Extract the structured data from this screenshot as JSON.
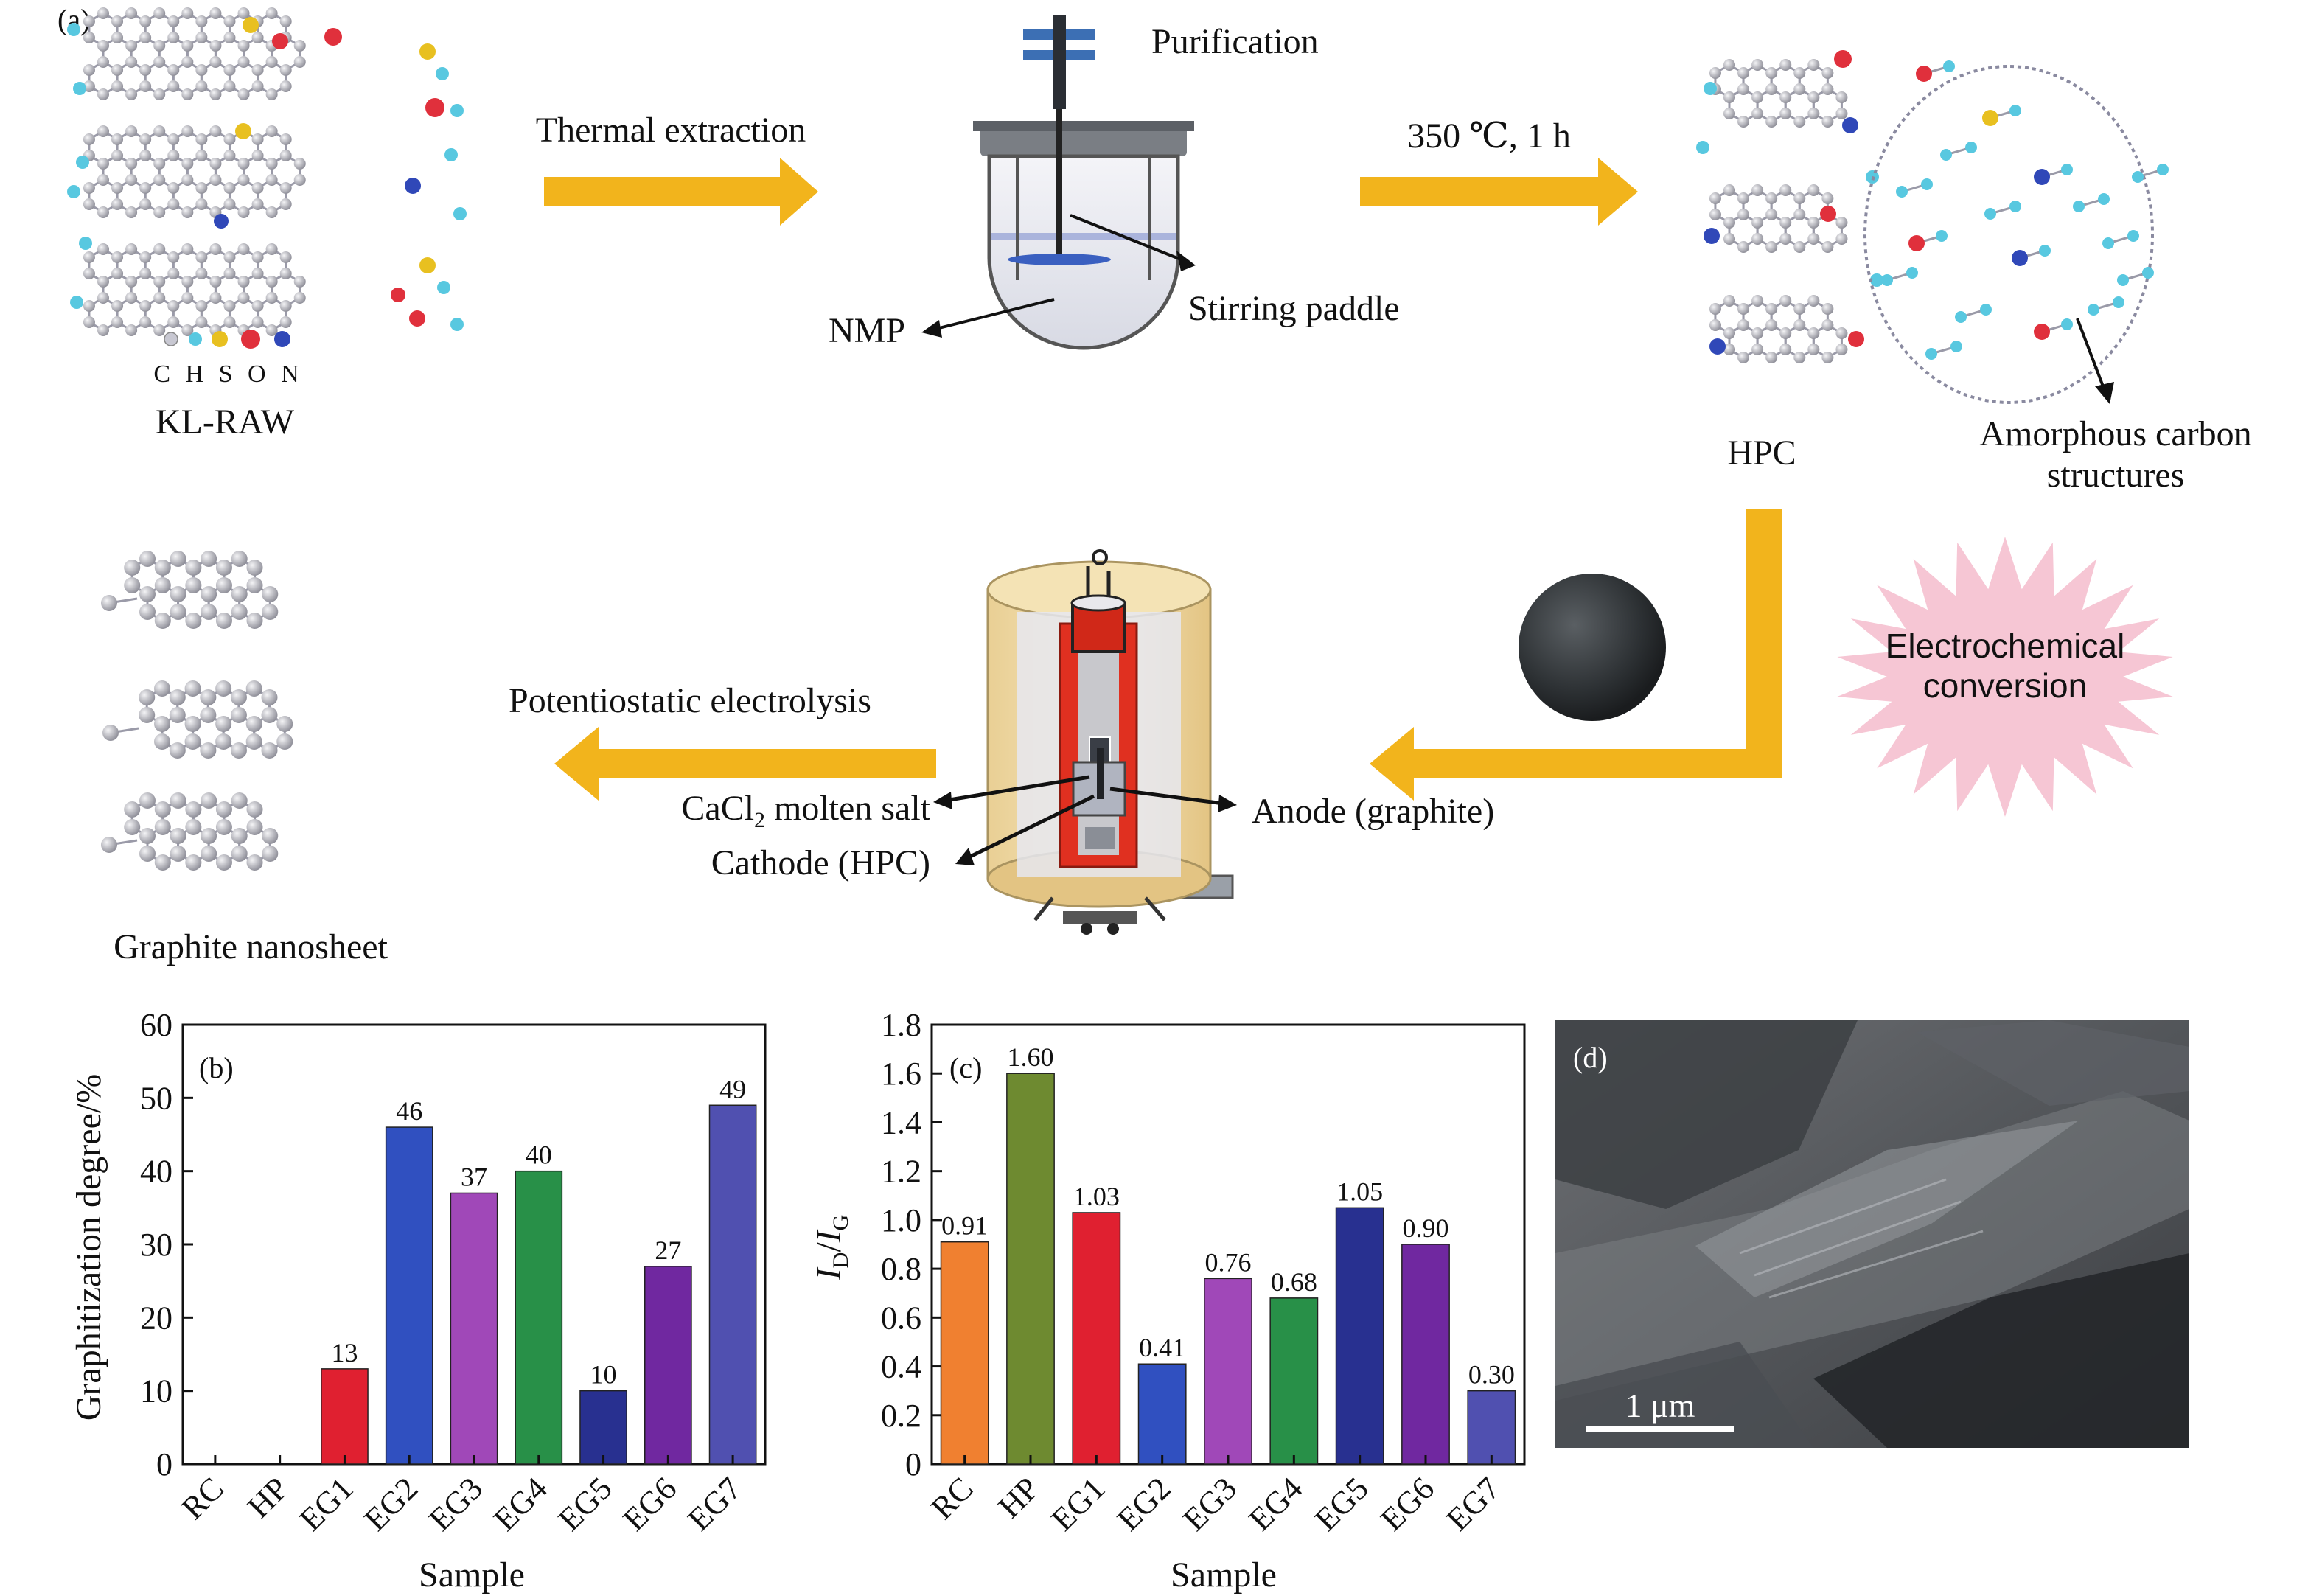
{
  "panel_a": {
    "label": "(a)",
    "steps": {
      "thermal_extraction": "Thermal extraction",
      "purification": "Purification",
      "heat_treatment": "350 ℃, 1 h",
      "potentiostatic": "Potentiostatic electrolysis",
      "electrochemical_line1": "Electrochemical",
      "electrochemical_line2": "conversion"
    },
    "labels": {
      "kl_raw": "KL-RAW",
      "atom_legend": "C H S O N",
      "nmp": "NMP",
      "stirring_paddle": "Stirring paddle",
      "hpc": "HPC",
      "amorphous_line1": "Amorphous carbon",
      "amorphous_line2": "structures",
      "graphite_nanosheet": "Graphite nanosheet",
      "cacl2_prefix": "CaCl",
      "cacl2_sub": "2",
      "cacl2_suffix": " molten salt",
      "cathode": "Cathode (HPC)",
      "anode": "Anode (graphite)"
    },
    "atom_colors": {
      "C": "#c8c8d2",
      "H": "#58c8e0",
      "S": "#e8c020",
      "O": "#e0303c",
      "N": "#3048b8"
    },
    "arrow_color": "#f2b41c",
    "star_color": "#f6c6d4"
  },
  "panel_d": {
    "label": "(d)",
    "scale_bar": "1 μm"
  },
  "chart_data": [
    {
      "type": "bar",
      "panel": "(b)",
      "categories": [
        "RC",
        "HP",
        "EG1",
        "EG2",
        "EG3",
        "EG4",
        "EG5",
        "EG6",
        "EG7"
      ],
      "values": [
        0,
        0,
        13,
        46,
        37,
        40,
        10,
        27,
        49
      ],
      "value_labels": [
        "",
        "",
        "13",
        "46",
        "37",
        "40",
        "10",
        "27",
        "49"
      ],
      "colors": [
        "#f08030",
        "#6e8a30",
        "#e02030",
        "#3050c0",
        "#a048b8",
        "#289048",
        "#283090",
        "#7028a0",
        "#5050b0"
      ],
      "xlabel": "Sample",
      "ylabel": "Graphitization degree/%",
      "ylim": [
        0,
        60
      ],
      "yticks": [
        "0",
        "10",
        "20",
        "30",
        "40",
        "50",
        "60"
      ]
    },
    {
      "type": "bar",
      "panel": "(c)",
      "categories": [
        "RC",
        "HP",
        "EG1",
        "EG2",
        "EG3",
        "EG4",
        "EG5",
        "EG6",
        "EG7"
      ],
      "values": [
        0.91,
        1.6,
        1.03,
        0.41,
        0.76,
        0.68,
        1.05,
        0.9,
        0.3
      ],
      "value_labels": [
        "0.91",
        "1.60",
        "1.03",
        "0.41",
        "0.76",
        "0.68",
        "1.05",
        "0.90",
        "0.30"
      ],
      "colors": [
        "#f08030",
        "#6e8a30",
        "#e02030",
        "#3050c0",
        "#a048b8",
        "#289048",
        "#283090",
        "#7028a0",
        "#5050b0"
      ],
      "xlabel": "Sample",
      "ylabel_main_1": "I",
      "ylabel_sub_1": "D",
      "ylabel_slash": "/",
      "ylabel_main_2": "I",
      "ylabel_sub_2": "G",
      "ylim": [
        0,
        1.8
      ],
      "yticks": [
        "0",
        "0.2",
        "0.4",
        "0.6",
        "0.8",
        "1.0",
        "1.2",
        "1.4",
        "1.6",
        "1.8"
      ]
    }
  ]
}
